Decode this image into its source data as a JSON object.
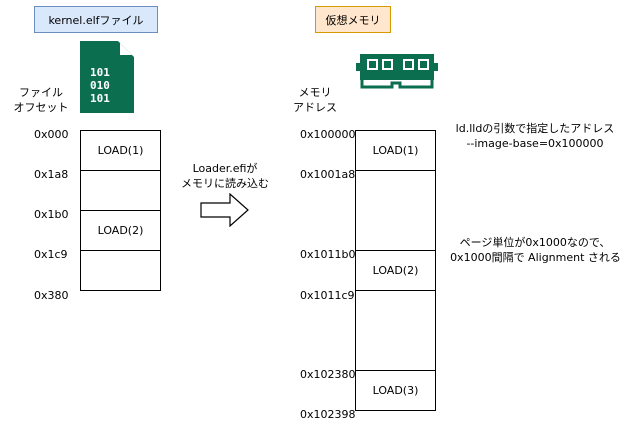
{
  "headers": {
    "left_box": "kernel.elfファイル",
    "right_box": "仮想メモリ"
  },
  "left": {
    "axis_label_line1": "ファイル",
    "axis_label_line2": "オフセット",
    "offsets": [
      "0x000",
      "0x1a8",
      "0x1b0",
      "0x1c9",
      "0x380"
    ],
    "file_icon_lines": [
      "101",
      "010",
      "101"
    ],
    "segments": [
      "LOAD(1)",
      "",
      "LOAD(2)",
      ""
    ]
  },
  "middle": {
    "line1": "Loader.efiが",
    "line2": "メモリに読み込む"
  },
  "right": {
    "axis_label_line1": "メモリ",
    "axis_label_line2": "アドレス",
    "addresses": [
      "0x100000",
      "0x1001a8",
      "0x1011b0",
      "0x1011c9",
      "0x102380",
      "0x102398"
    ],
    "segments": [
      "LOAD(1)",
      "",
      "LOAD(2)",
      "",
      "LOAD(3)"
    ]
  },
  "notes": {
    "note1_line1": "ld.lldの引数で指定したアドレス",
    "note1_line2": "--image-base=0x100000",
    "note2_line1": "ページ単位が0x1000なので、",
    "note2_line2": "0x1000間隔で Alignment される"
  },
  "colors": {
    "elf_box_fill": "#dae8fc",
    "elf_box_stroke": "#6c8ebf",
    "vm_box_fill": "#ffe6cc",
    "vm_box_stroke": "#d79b00",
    "icon_green": "#0b6e4f"
  }
}
